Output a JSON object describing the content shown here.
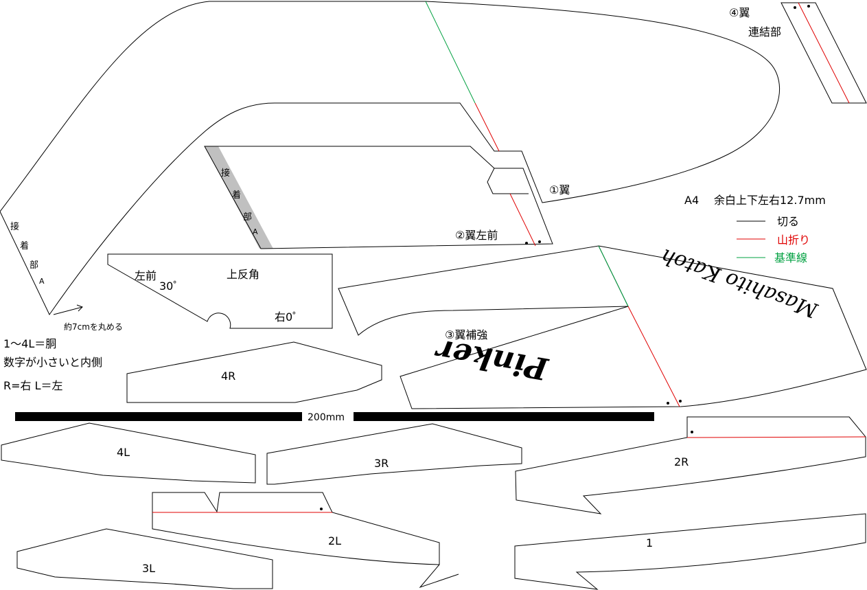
{
  "header": {
    "paper": "A4",
    "margin": "余白上下左右12.7mm"
  },
  "legend": {
    "cut": "切る",
    "mountain_fold": "山折り",
    "reference": "基準線"
  },
  "colors": {
    "cut": "#000000",
    "mountain_fold": "#e00000",
    "reference": "#00a040",
    "glue_area": "#c0c0c0",
    "scale_bar": "#000000"
  },
  "scale": {
    "label": "200mm"
  },
  "notes": {
    "fuselage": "1〜4L＝胴",
    "order": "数字が小さいと内側",
    "sides": "R=右  L＝左",
    "round_hint": "約7cmを丸める"
  },
  "parts": {
    "wing_main": "①翼",
    "wing_left_front": "②翼左前",
    "wing_reinforce": "③翼補強",
    "wing_joint_1": "④翼",
    "wing_joint_2": "連結部",
    "glue_1": "接",
    "glue_2": "着",
    "glue_3": "部",
    "glue_4": "A",
    "dihedral_title": "上反角",
    "dihedral_left": "左前",
    "dihedral_left_angle": "30゜",
    "dihedral_right": "右0゜",
    "f1": "1",
    "f2l": "2L",
    "f2r": "2R",
    "f3l": "3L",
    "f3r": "3R",
    "f4l": "4L",
    "f4r": "4R"
  },
  "signatures": {
    "brand": "Pinker",
    "author": "Masahito Katoh"
  }
}
